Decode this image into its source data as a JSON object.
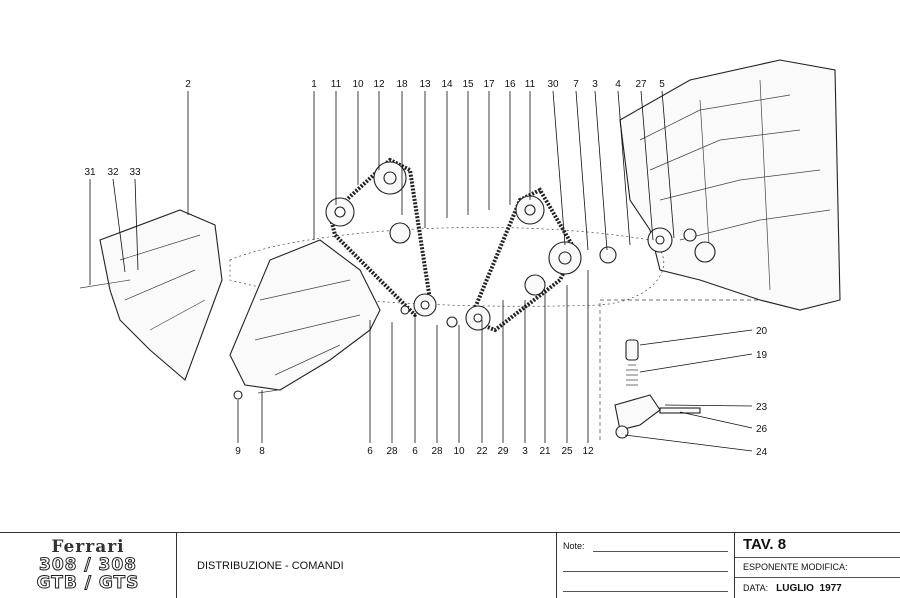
{
  "diagram": {
    "callouts_top": [
      "1",
      "11",
      "10",
      "12",
      "18",
      "13",
      "14",
      "15",
      "17",
      "16",
      "11",
      "30",
      "7",
      "3",
      "4",
      "27",
      "5"
    ],
    "callouts_left": [
      "2",
      "31",
      "32",
      "33"
    ],
    "callouts_bottom": [
      "9",
      "8",
      "6",
      "28",
      "6",
      "28",
      "10",
      "22",
      "29",
      "3",
      "21",
      "25",
      "12"
    ],
    "callouts_right": [
      "20",
      "19",
      "23",
      "26",
      "24"
    ]
  },
  "titleblock": {
    "brand": "Ferrari",
    "model_line1": "308 / 308",
    "model_line2": "GTB / GTS",
    "title": "DISTRIBUZIONE - COMANDI",
    "note_label": "Note:",
    "tav": "TAV. 8",
    "esponente_label": "ESPONENTE MODIFICA:",
    "data_label": "DATA:",
    "data_value": "LUGLIO  1977"
  }
}
